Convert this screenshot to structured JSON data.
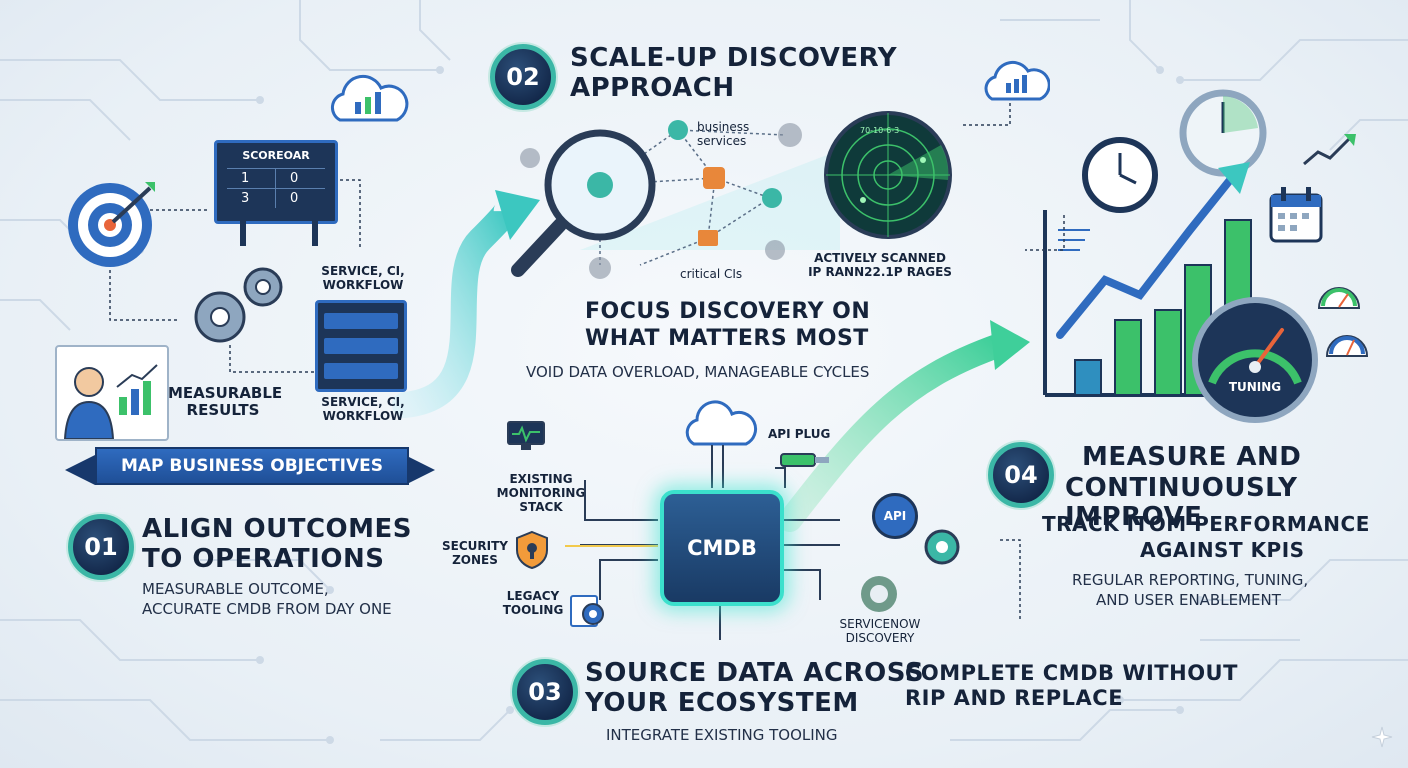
{
  "step1": {
    "number": "01",
    "heading_line1": "ALIGN OUTCOMES",
    "heading_line2": "TO OPERATIONS",
    "sub_line1": "MEASURABLE OUTCOME,",
    "sub_line2": "ACCURATE CMDB FROM DAY ONE",
    "ribbon": "MAP BUSINESS OBJECTIVES",
    "scoreboard": {
      "title": "SCOREOAR",
      "cells": [
        "1",
        "0",
        "3",
        "0"
      ]
    },
    "measurable_results": "MEASURABLE RESULTS",
    "service_label_top": "SERVICE, CI, WORKFLOW",
    "service_label_bottom": "SERVICE, CI, WORKFLOW"
  },
  "step2": {
    "number": "02",
    "heading_line1": "SCALE-UP DISCOVERY",
    "heading_line2": "APPROACH",
    "business_services": "business services",
    "critical_cis": "critical CIs",
    "radar_label_line1": "ACTIVELY SCANNED",
    "radar_label_line2": "IP RANN22.1P RAGES",
    "focus_line1": "FOCUS DISCOVERY ON",
    "focus_line2": "WHAT MATTERS MOST",
    "sub": "VOID DATA OVERLOAD, MANAGEABLE CYCLES",
    "radar_readout": "70-10-6-3"
  },
  "step3": {
    "number": "03",
    "heading_line1": "SOURCE DATA ACROSS",
    "heading_line2": "YOUR ECOSYSTEM",
    "sub": "INTEGRATE EXISTING TOOLING",
    "side_line1": "COMPLETE CMDB WITHOUT",
    "side_line2": "RIP AND REPLACE",
    "cmdb": "CMDB",
    "monitoring": "EXISTING MONITORING STACK",
    "security": "SECURITY ZONES",
    "legacy": "LEGACY TOOLING",
    "api_plug": "API PLUG",
    "api": "API",
    "servicenow": "SERVICENOW DISCOVERY"
  },
  "step4": {
    "number": "04",
    "heading_line1": "MEASURE AND",
    "heading_line2": "CONTINUOUSLY IMPROVE",
    "track_line1": "TRACK ITOM PERFORMANCE",
    "track_line2": "AGAINST KPIs",
    "sub_line1": "REGULAR REPORTING, TUNING,",
    "sub_line2": "AND USER ENABLEMENT",
    "tuning": "TUNING"
  },
  "colors": {
    "navy": "#15233a",
    "teal": "#3bb7a6",
    "glow": "#46e6d2",
    "blue": "#2f6bbf",
    "green": "#3cc16a"
  }
}
